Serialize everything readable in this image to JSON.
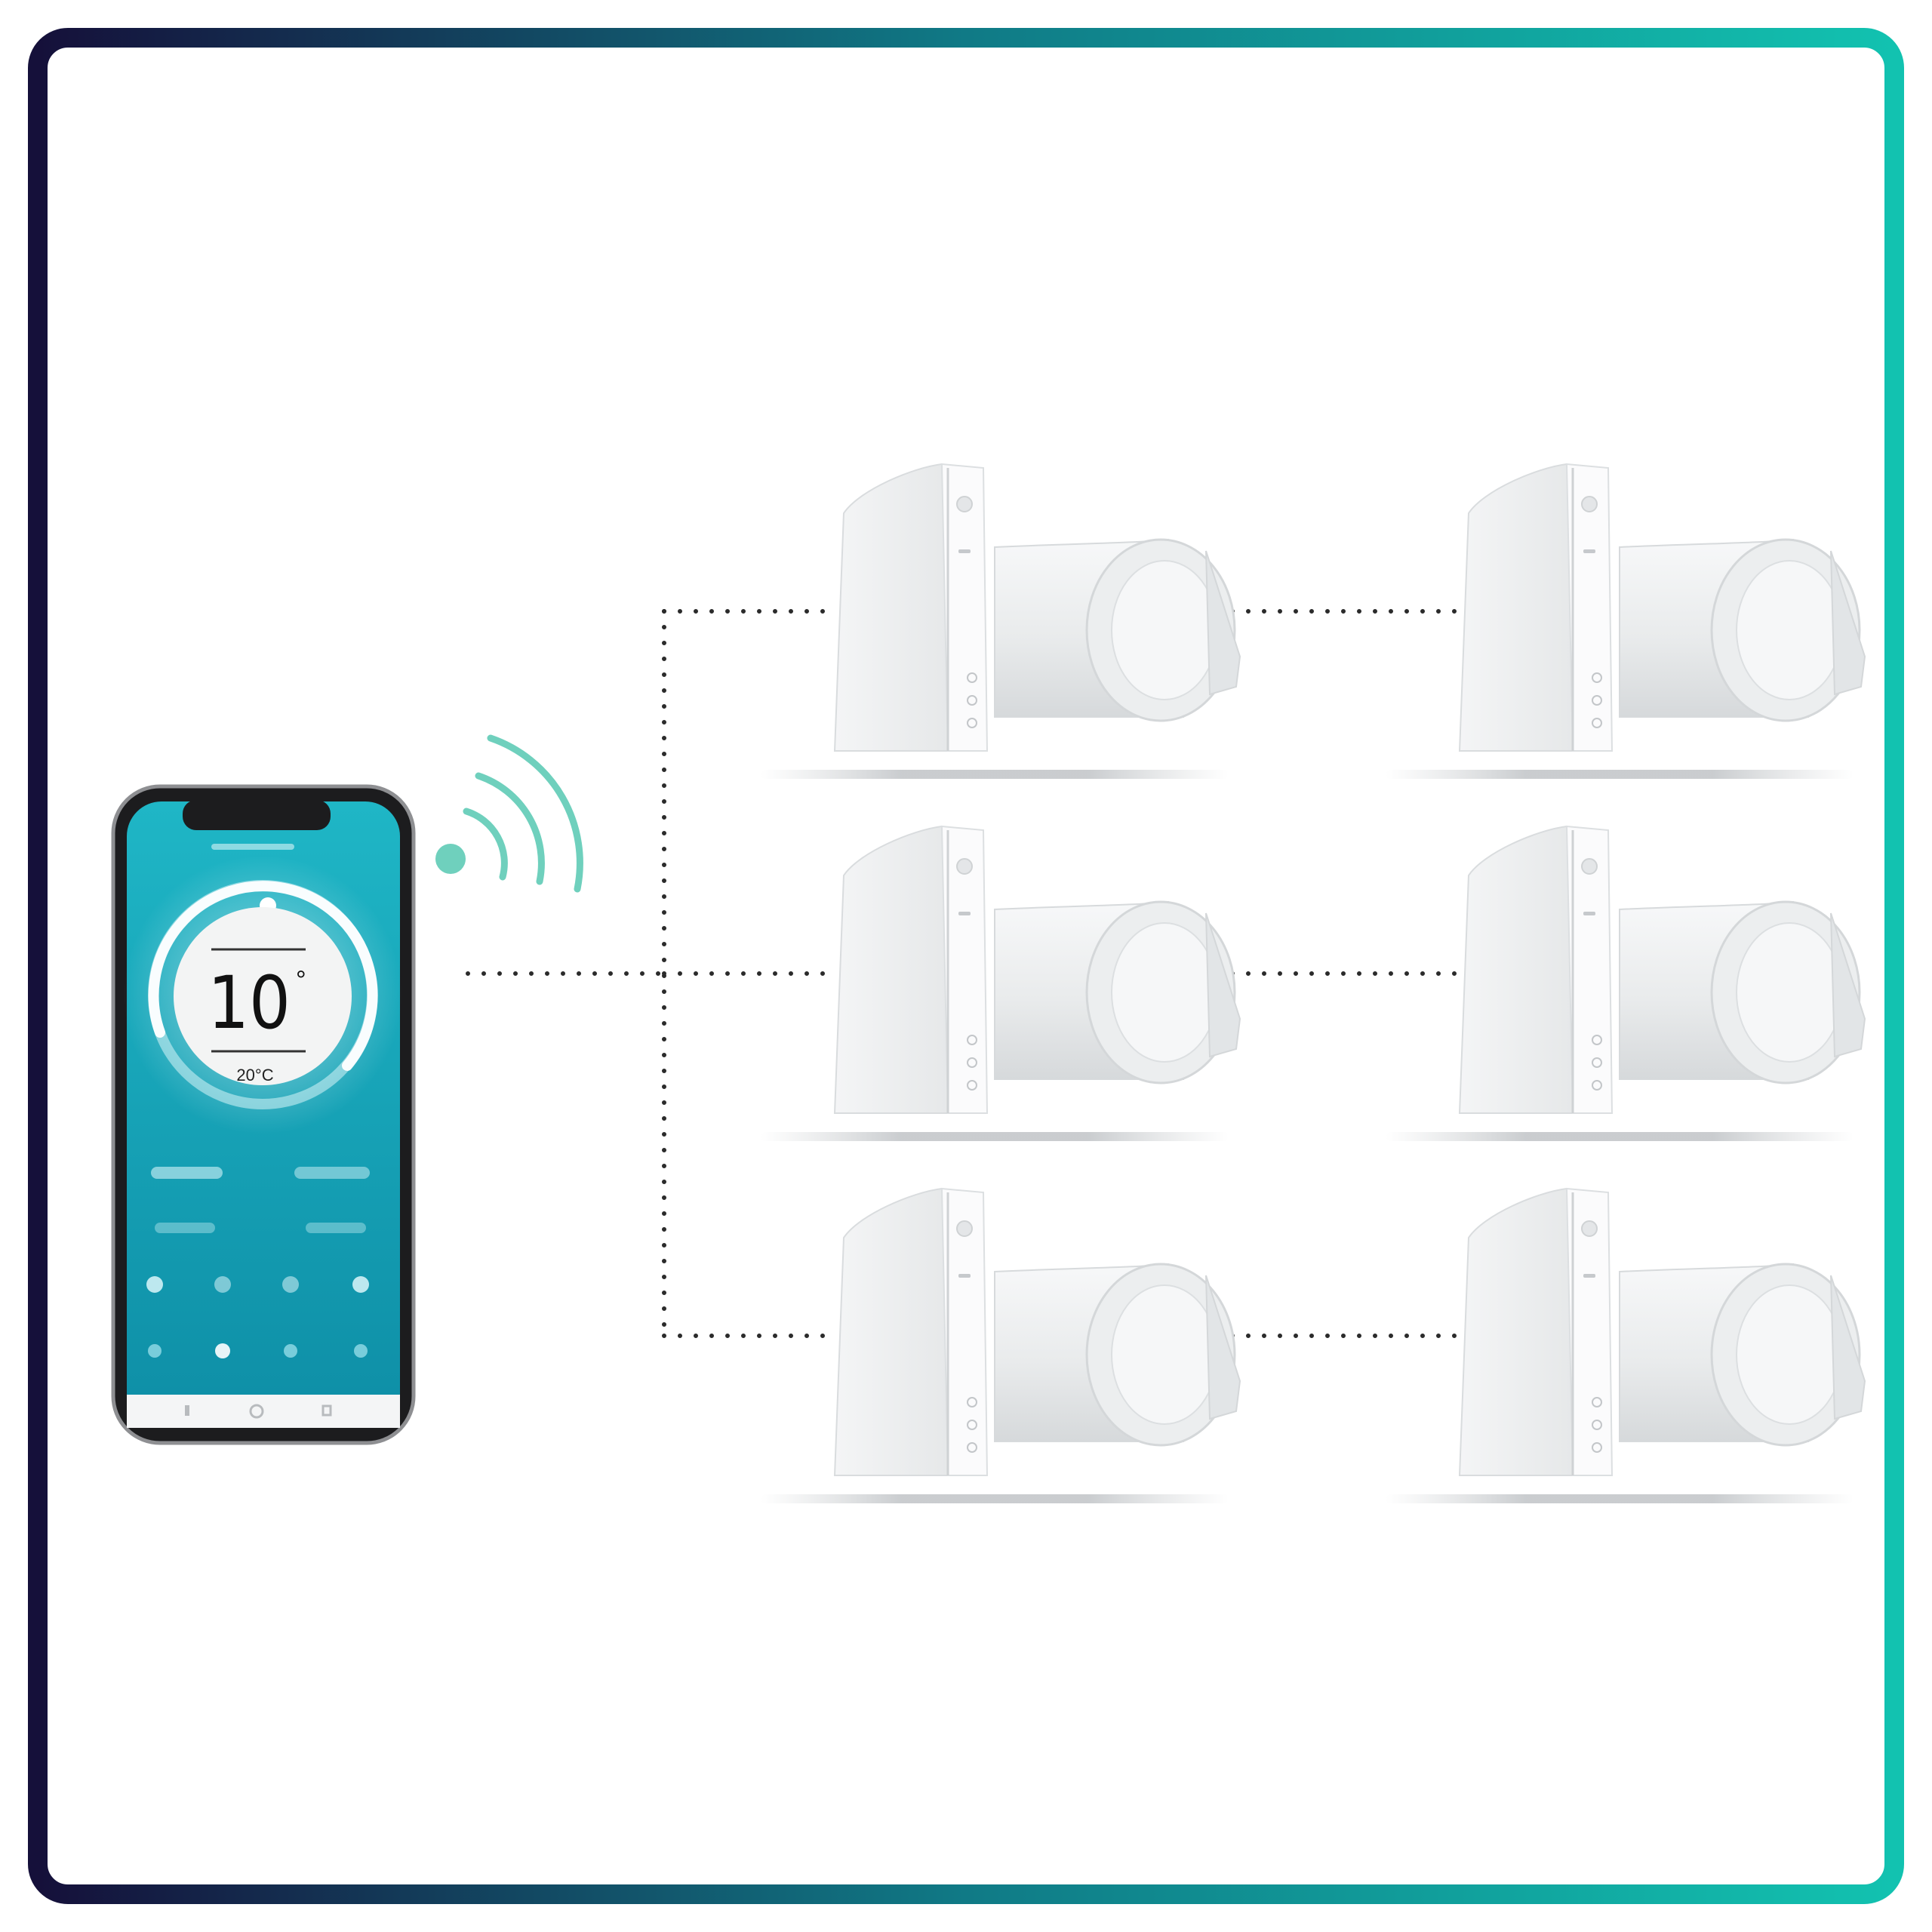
{
  "colors": {
    "frame_gradient_start": "#15103a",
    "frame_gradient_mid": "#107a86",
    "frame_gradient_end": "#12c2b0",
    "wifi_accent": "#6fd0bd",
    "screen_top": "#1fb6c6",
    "screen_bottom": "#0e8ea6",
    "connector_dots": "#2b2b2b",
    "unit_body": "#f2f3f4",
    "unit_shadow": "#c9cccf"
  },
  "phone": {
    "dial_value": "10",
    "dial_superscript": "°",
    "dial_sub_value": "20°C"
  },
  "icons": {
    "wifi": "wifi-signal-icon",
    "phone": "smartphone-icon",
    "ventilator": "wall-ventilator-icon"
  },
  "devices": [
    {
      "row": 1,
      "col": 1
    },
    {
      "row": 1,
      "col": 2
    },
    {
      "row": 2,
      "col": 1
    },
    {
      "row": 2,
      "col": 2
    },
    {
      "row": 3,
      "col": 1
    },
    {
      "row": 3,
      "col": 2
    }
  ]
}
